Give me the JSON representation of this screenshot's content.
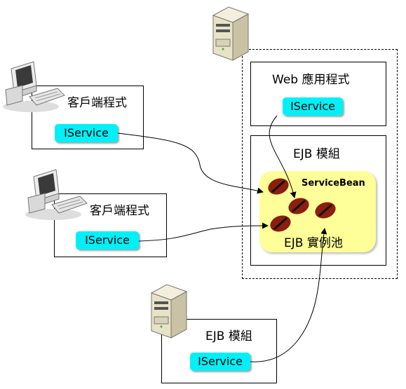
{
  "web_app": {
    "title": "Web 應用程式",
    "interface": "IService"
  },
  "ejb_module_server": {
    "title": "EJB 模組",
    "bean_name": "ServiceBean",
    "pool_label": "EJB 實例池"
  },
  "client1": {
    "title": "客戶端程式",
    "interface": "IService"
  },
  "client2": {
    "title": "客戶端程式",
    "interface": "IService"
  },
  "ejb_module_remote": {
    "title": "EJB 模組",
    "interface": "IService"
  },
  "icons": [
    "server-icon",
    "desktop-computer-icon",
    "desktop-computer-icon",
    "server-icon",
    "coffee-bean-icon"
  ],
  "colors": {
    "interface_fill": "#00f0f8",
    "pool_fill": "#ffff99",
    "bean_fill": "#8b1e0e"
  }
}
